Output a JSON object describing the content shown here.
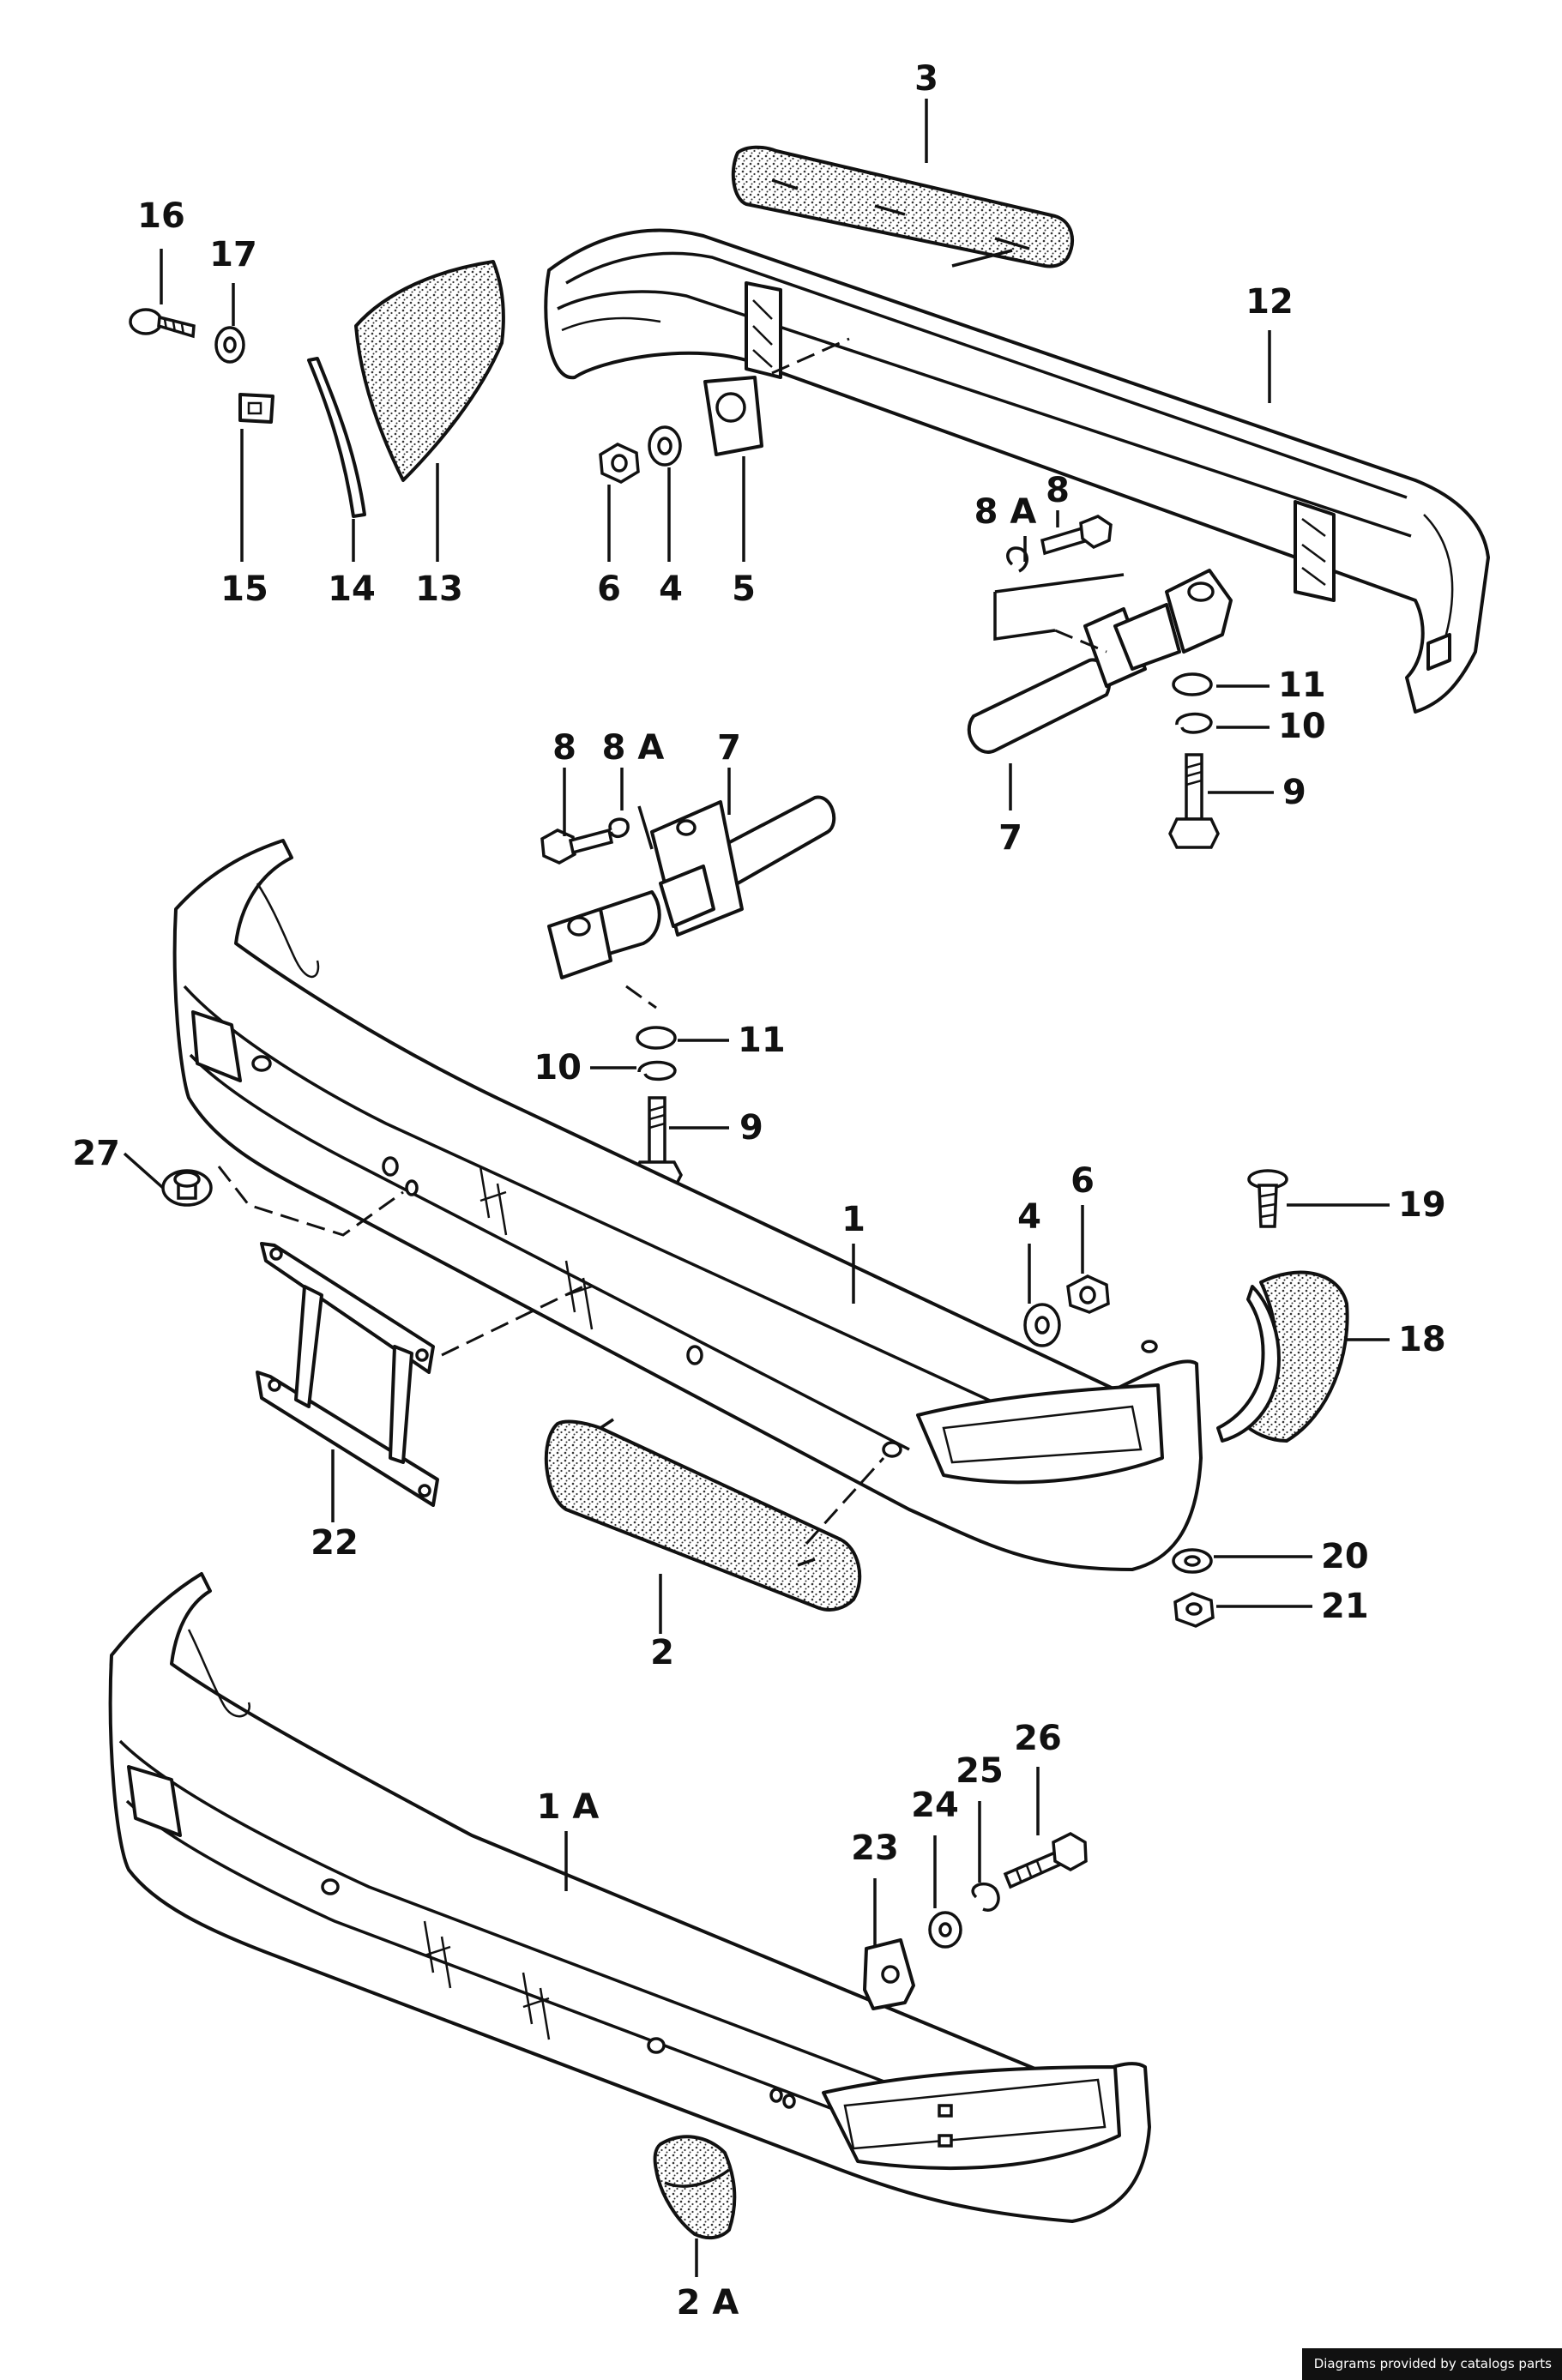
{
  "labels": {
    "p1": "1",
    "p1a": "1 A",
    "p2": "2",
    "p2a": "2 A",
    "p3": "3",
    "p4a": "4",
    "p4b": "4",
    "p5": "5",
    "p6a": "6",
    "p6b": "6",
    "p7a": "7",
    "p7b": "7",
    "p8a": "8",
    "p8b": "8",
    "p8Aa": "8 A",
    "p8Ab": "8 A",
    "p9a": "9",
    "p9b": "9",
    "p10a": "10",
    "p10b": "10",
    "p11a": "11",
    "p11b": "11",
    "p12": "12",
    "p13": "13",
    "p14": "14",
    "p15": "15",
    "p16": "16",
    "p17": "17",
    "p18": "18",
    "p19": "19",
    "p20": "20",
    "p21": "21",
    "p22": "22",
    "p23": "23",
    "p24": "24",
    "p25": "25",
    "p26": "26",
    "p27": "27"
  },
  "footer": {
    "credit": "Diagrams provided by catalogs parts"
  }
}
